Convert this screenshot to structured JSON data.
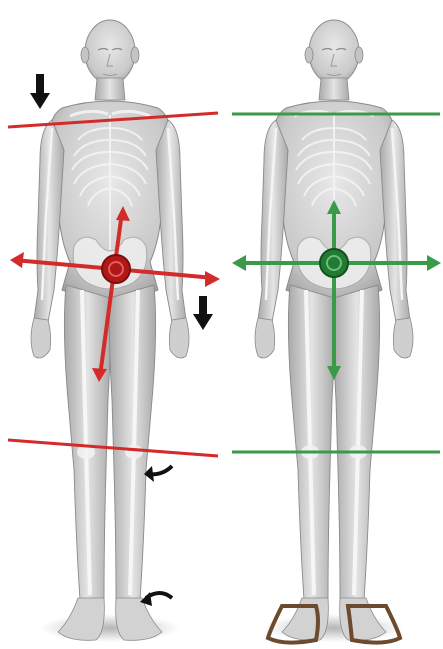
{
  "figures": [
    {
      "id": "misaligned",
      "status": "incorrect",
      "line_color": "#d42a2a",
      "center_color": "#b01818",
      "arrow_color": "#111111",
      "markers": [
        "shoulder-line",
        "pelvis-crosshair",
        "knee-line",
        "down-arrow-left",
        "down-arrow-right",
        "curved-arrow-knee",
        "curved-arrow-foot"
      ]
    },
    {
      "id": "aligned",
      "status": "correct",
      "line_color": "#3a9a48",
      "center_color": "#237a33",
      "markers": [
        "shoulder-line",
        "pelvis-crosshair",
        "knee-line"
      ]
    }
  ],
  "colors": {
    "background": "#ffffff",
    "body_fill": "#d6d6d6",
    "body_shade": "#9c9c9c",
    "bone": "#f2f2f2",
    "sandal": "#6b4a2e"
  }
}
